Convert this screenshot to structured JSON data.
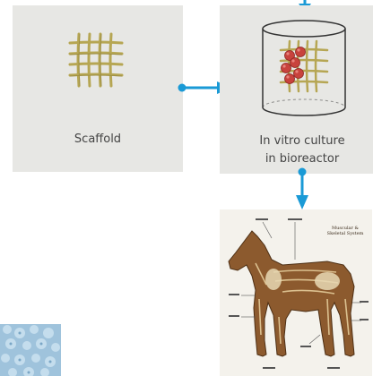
{
  "colors": {
    "panel_bg": "#e7e7e4",
    "arrow": "#1a9ad6",
    "scaffold_fiber": "#b6a653",
    "cell_red": "#c8433d",
    "caption_text": "#444444"
  },
  "panels": {
    "scaffold": {
      "caption": "Scaffold",
      "icon": "scaffold-mesh-icon"
    },
    "bioreactor": {
      "caption_line1": "In vitro culture",
      "caption_line2": "in bioreactor",
      "icon": "bioreactor-icon"
    },
    "horse": {
      "icon": "horse-anatomy-illustration",
      "poster_title_line1": "Muscular &",
      "poster_title_line2": "Skeletal System"
    }
  },
  "arrows": {
    "top_in": "arrow-down-into-bioreactor",
    "scaffold_to_bioreactor": "arrow-right",
    "bioreactor_to_horse": "arrow-down"
  },
  "cells_thumbnail": {
    "icon": "cells-micrograph-icon"
  }
}
